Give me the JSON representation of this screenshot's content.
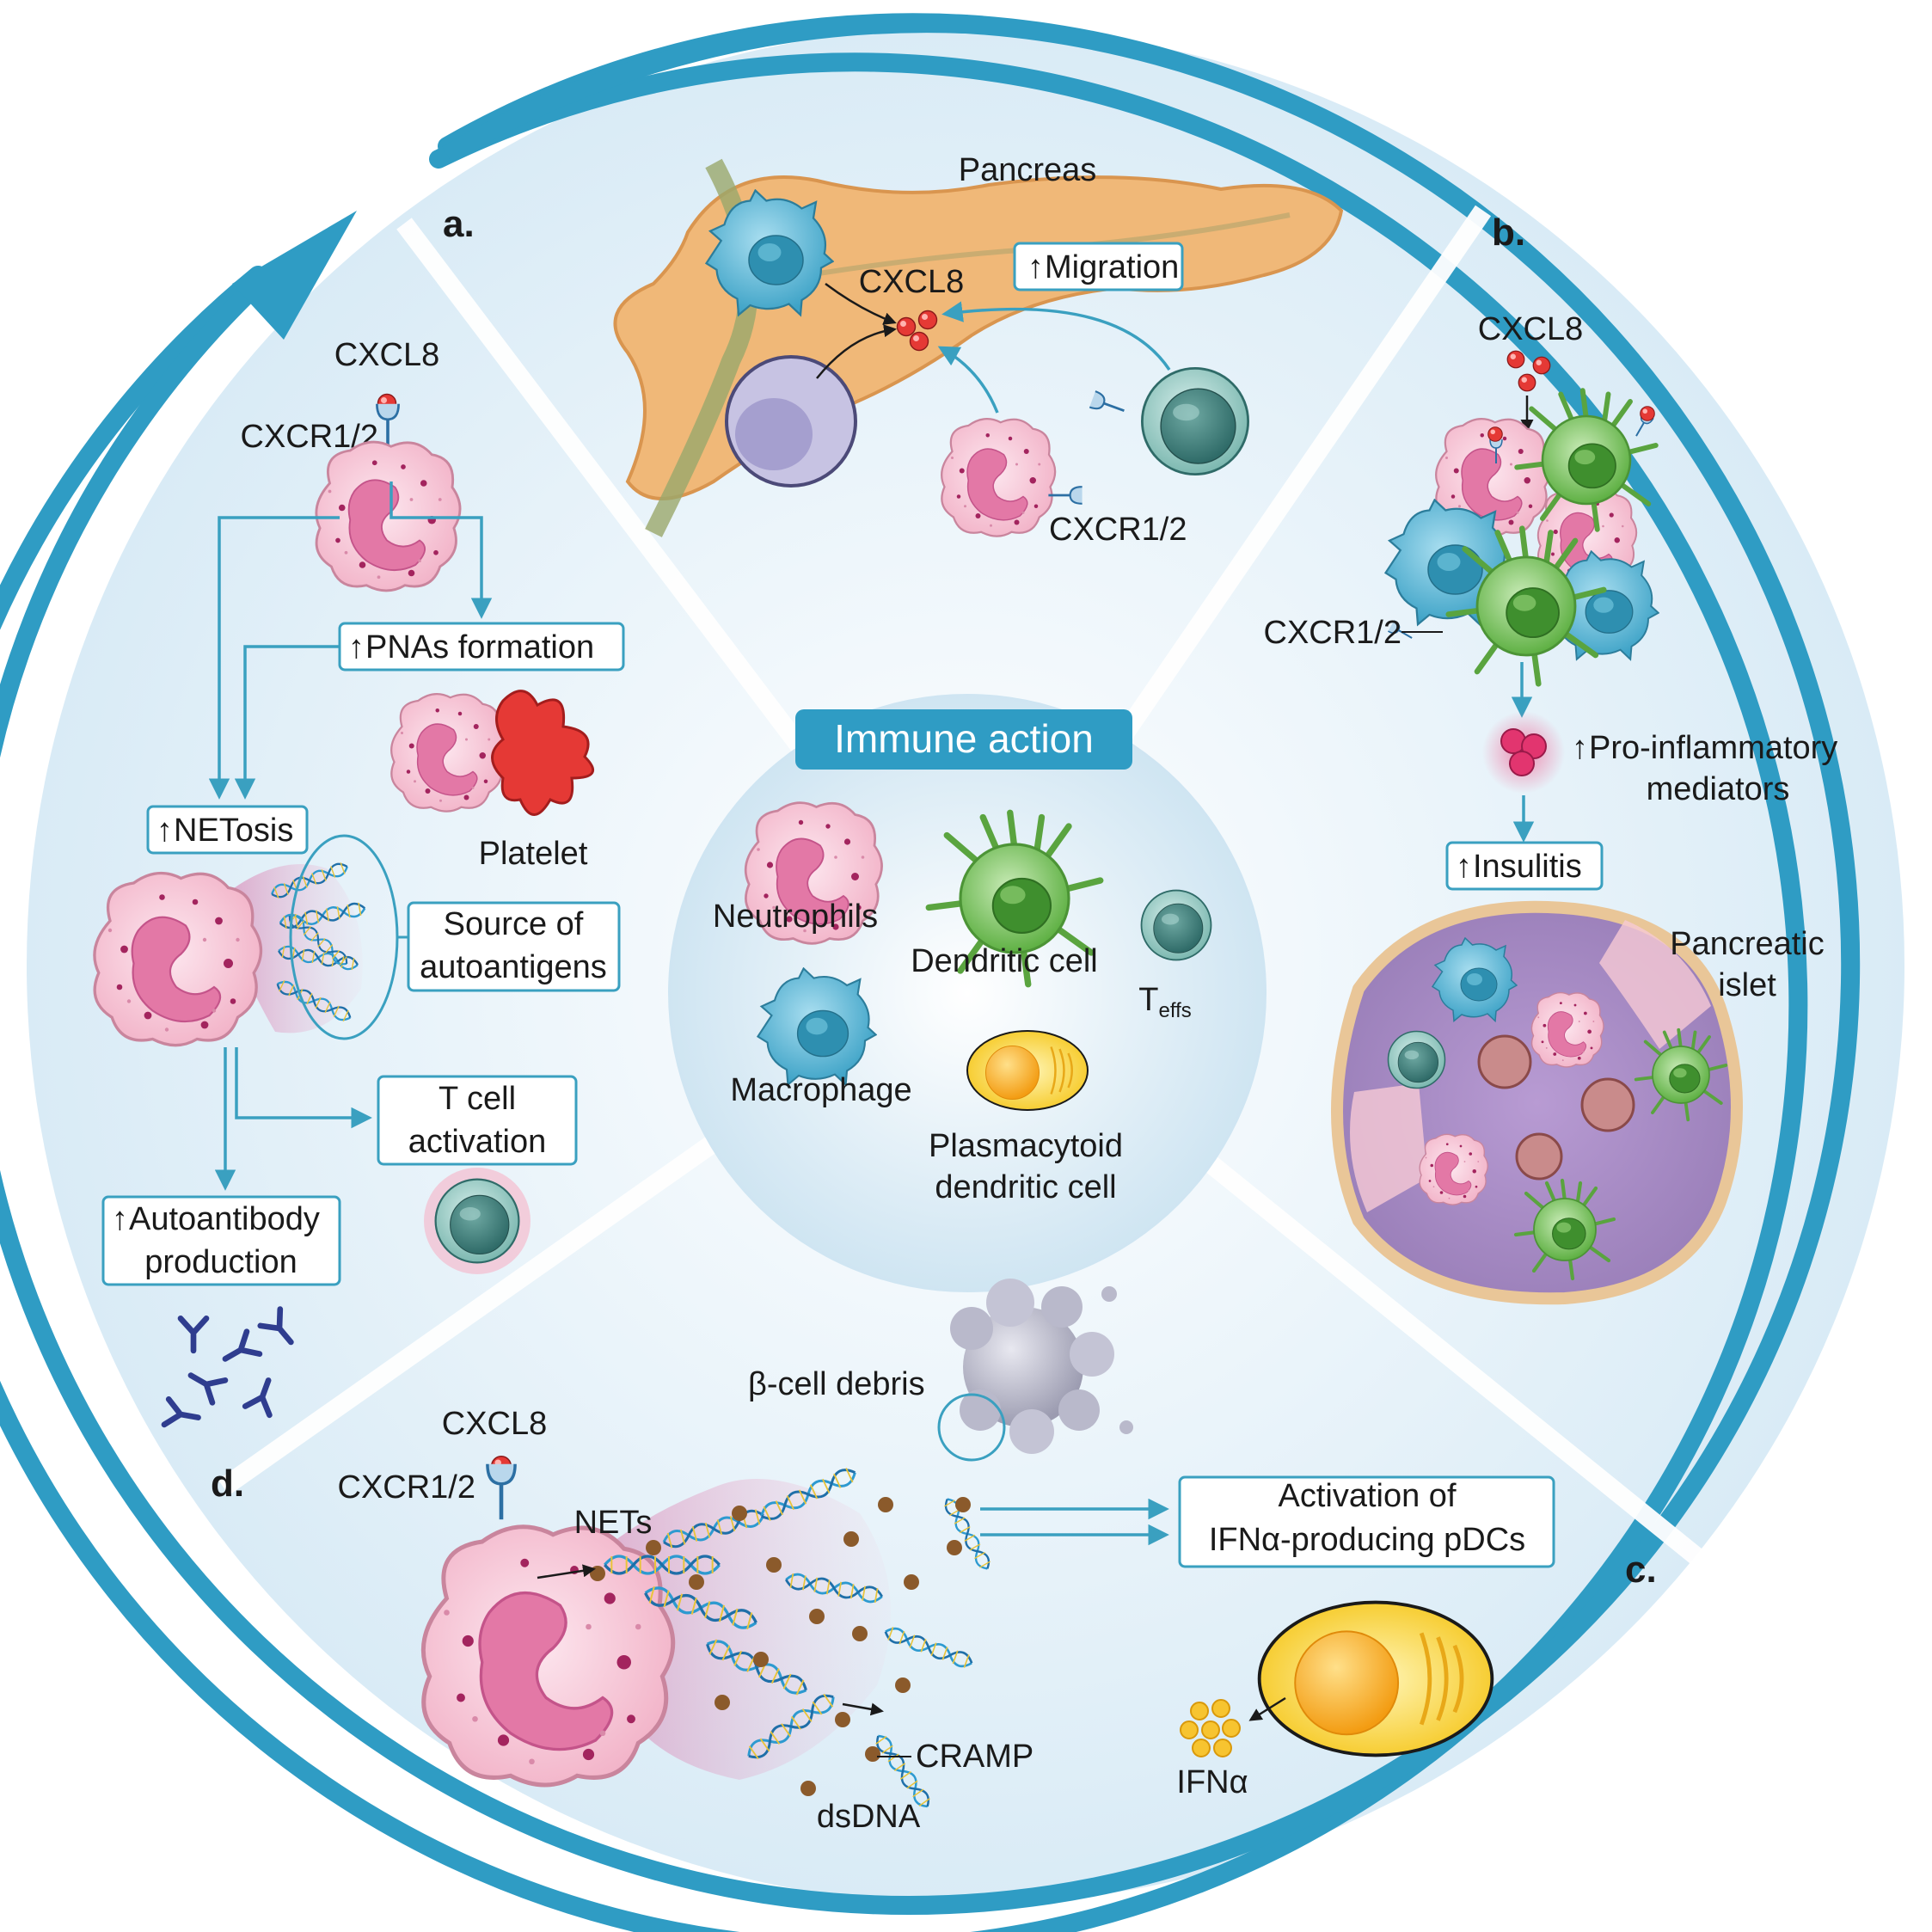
{
  "center": {
    "title": "Immune action",
    "legend": {
      "neutrophils": "Neutrophils",
      "dendritic_cell": "Dendritic cell",
      "teffs_main": "T",
      "teffs_sub": "effs",
      "macrophage": "Macrophage",
      "pdc_line1": "Plasmacytoid",
      "pdc_line2": "dendritic cell"
    }
  },
  "panel_a": {
    "letter": "a.",
    "organ": "Pancreas",
    "chemokine": "CXCL8",
    "effect": "Migration",
    "receptor": "CXCR1/2"
  },
  "panel_b": {
    "letter": "b.",
    "chemokine": "CXCL8",
    "receptor": "CXCR1/2",
    "mediators_line1": "Pro-inflammatory",
    "mediators_line2": "mediators",
    "insulitis": "Insulitis",
    "islet_line1": "Pancreatic",
    "islet_line2": "islet"
  },
  "panel_c": {
    "letter": "c.",
    "debris": "β-cell debris",
    "activation_line1": "Activation of",
    "activation_line2": "IFNα-producing pDCs",
    "cytokine": "IFNα"
  },
  "panel_d": {
    "letter": "d.",
    "chemokine": "CXCL8",
    "receptor": "CXCR1/2",
    "nets": "NETs",
    "cramp": "CRAMP",
    "dsdna": "dsDNA"
  },
  "panel_left": {
    "chemokine": "CXCL8",
    "receptor": "CXCR1/2",
    "pnas": "PNAs formation",
    "platelet": "Platelet",
    "netosis": "NETosis",
    "source_line1": "Source of",
    "source_line2": "autoantigens",
    "tcell_line1": "T cell",
    "tcell_line2": "activation",
    "autoab_line1": "Autoantibody",
    "autoab_line2": "production"
  },
  "colors": {
    "ring": "#2f9cc4",
    "disc": "#e6f2f9",
    "pancreas": "#f0b878",
    "neutrophil": "#f7c9d9",
    "macrophage": "#6bc0da",
    "dendritic": "#8ecf6e",
    "tcell": "#7fb7b0",
    "pdc": "#f7c430",
    "platelet": "#e53935",
    "chemokine": "#e53935",
    "islet": "#a98cc5"
  }
}
